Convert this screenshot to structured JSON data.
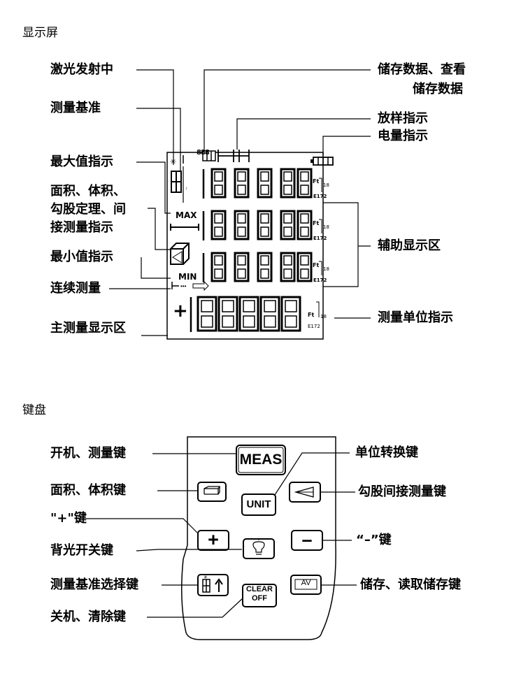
{
  "sections": {
    "display_title": "显示屏",
    "keypad_title": "键盘"
  },
  "display_labels": {
    "laser_emitting": "激光发射中",
    "measure_reference": "测量基准",
    "max_indicator": "最大值指示",
    "area_volume_line1": "面积、体积、",
    "area_volume_line2": "勾股定理、间",
    "area_volume_line3": "接测量指示",
    "min_indicator": "最小值指示",
    "continuous_measure": "连续测量",
    "main_display_area": "主测量显示区",
    "store_data_line1": "储存数据、查看",
    "store_data_line2": "储存数据",
    "stakeout_indicator": "放样指示",
    "battery_indicator": "电量指示",
    "aux_display_area": "辅助显示区",
    "unit_indicator": "测量单位指示"
  },
  "lcd": {
    "max_text": "MAX",
    "min_text": "MIN",
    "plus_sign": "+",
    "unit_ft": "Ft",
    "unit_18": "18",
    "unit_e172": "E172",
    "memory_digits": "888"
  },
  "keypad_labels": {
    "power_measure_key": "开机、测量键",
    "area_volume_key": "面积、体积键",
    "plus_key": "\"+\"键",
    "backlight_key": "背光开关键",
    "reference_select_key": "测量基准选择键",
    "off_clear_key": "关机、清除键",
    "unit_switch_key": "单位转换键",
    "pythagoras_key": "勾股间接测量键",
    "minus_key": "“–”键",
    "store_read_key": "储存、读取储存键"
  },
  "keys": {
    "meas": "MEAS",
    "unit": "UNIT",
    "plus": "+",
    "minus": "–",
    "clear_line1": "CLEAR",
    "clear_line2": "OFF",
    "av": "AV"
  }
}
